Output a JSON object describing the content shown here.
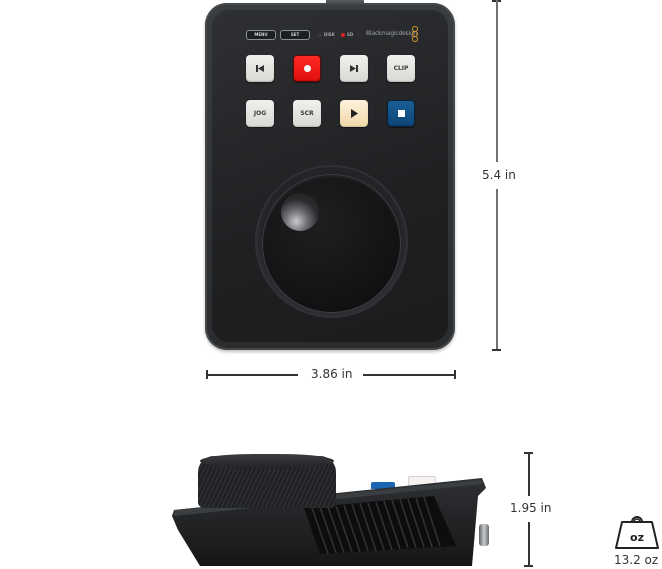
{
  "device_top": {
    "buttons_top_row": [
      {
        "label": "MENU"
      },
      {
        "label": "SET"
      }
    ],
    "indicators": [
      {
        "label": "DISK",
        "color": "#3a3a3a"
      },
      {
        "label": "SD",
        "color": "#e3231c"
      }
    ],
    "brand": "Blackmagicdesign",
    "keys": [
      {
        "label": "",
        "icon": "previous-icon",
        "style": "grey"
      },
      {
        "label": "",
        "icon": "record-icon",
        "style": "red"
      },
      {
        "label": "",
        "icon": "next-icon",
        "style": "grey"
      },
      {
        "label": "CLIP",
        "icon": "",
        "style": "grey"
      },
      {
        "label": "JOG",
        "icon": "",
        "style": "grey"
      },
      {
        "label": "SCR",
        "icon": "",
        "style": "grey"
      },
      {
        "label": "",
        "icon": "play-icon",
        "style": "amber"
      },
      {
        "label": "",
        "icon": "stop-icon",
        "style": "blue"
      }
    ],
    "colors": {
      "record_red": "#ee1914",
      "stop_blue": "#124f83",
      "play_amber": "#f6e3bd",
      "logo_orange": "#d59a2c"
    }
  },
  "dimensions": {
    "height": "5.4 in",
    "width": "3.86 in",
    "depth": "1.95 in",
    "weight": "13.2 oz",
    "weight_unit_icon": "oz"
  }
}
